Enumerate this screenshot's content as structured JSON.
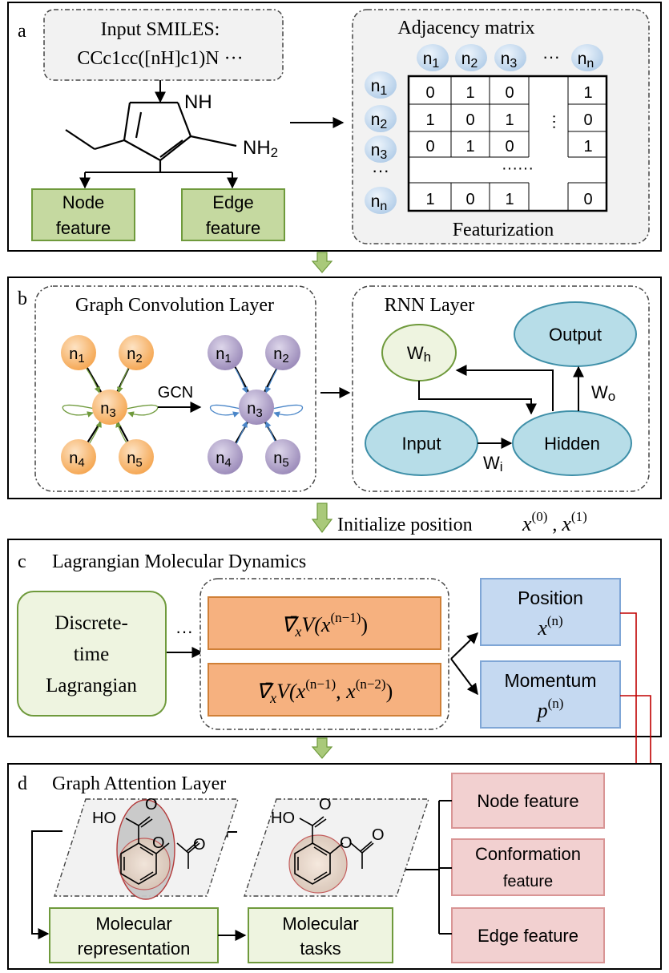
{
  "panel_a": {
    "letter": "a",
    "smiles_label": "Input SMILES:",
    "smiles_value": "CCc1cc([nH]c1)N  ···",
    "atom_nh": "NH",
    "atom_nh2": "NH",
    "atom_nh2_sub": "2",
    "node_feature": [
      "Node",
      "feature"
    ],
    "edge_feature": [
      "Edge",
      "feature"
    ],
    "matrix_title": "Adjacency  matrix",
    "col_nodes": [
      {
        "n": "n",
        "s": "1"
      },
      {
        "n": "n",
        "s": "2"
      },
      {
        "n": "n",
        "s": "3"
      },
      {
        "n": "n",
        "s": "n"
      }
    ],
    "row_nodes": [
      {
        "n": "n",
        "s": "1"
      },
      {
        "n": "n",
        "s": "2"
      },
      {
        "n": "n",
        "s": "3"
      },
      {
        "n": "n",
        "s": "n"
      }
    ],
    "ellipsis_h": "···",
    "ellipsis_v": "···",
    "matrix_rows": [
      [
        "0",
        "1",
        "0",
        "1"
      ],
      [
        "1",
        "0",
        "1",
        "0"
      ],
      [
        "0",
        "1",
        "0",
        "1"
      ],
      [
        "1",
        "0",
        "1",
        "0"
      ]
    ],
    "matrix_mid_dots": "······",
    "featurization": "Featurization"
  },
  "panel_b": {
    "letter": "b",
    "gcl_title": "Graph Convolution Layer",
    "rnn_title": "RNN Layer",
    "gcn_label": "GCN",
    "nodes": [
      {
        "n": "n",
        "s": "1"
      },
      {
        "n": "n",
        "s": "2"
      },
      {
        "n": "n",
        "s": "3"
      },
      {
        "n": "n",
        "s": "4"
      },
      {
        "n": "n",
        "s": "5"
      }
    ],
    "rnn_wh": {
      "n": "W",
      "s": "h"
    },
    "rnn_output": "Output",
    "rnn_input": "Input",
    "rnn_hidden": "Hidden",
    "rnn_wo": {
      "n": "W",
      "s": "o"
    },
    "rnn_wi": {
      "n": "W",
      "s": "i"
    }
  },
  "init_label": "Initialize  position",
  "init_math": [
    "x",
    "(0)",
    " , ",
    "x",
    "(1)"
  ],
  "panel_c": {
    "letter": "c",
    "title": "Lagrangian Molecular Dynamics",
    "discrete": [
      "Discrete-",
      "time",
      "Lagrangian"
    ],
    "dots": "···",
    "grad1": {
      "nabla": "∇̄",
      "sub": "x",
      "body": "V(",
      "var": "x",
      "sup": "(n−1)",
      "close": ")"
    },
    "grad2": {
      "nabla": "∇̄",
      "sub": "x",
      "body": "V(",
      "var": "x",
      "sup": "(n−1)",
      "mid": ", ",
      "var2": "x",
      "sup2": "(n−2)",
      "close": ")"
    },
    "position_label": "Position",
    "position_var": "x",
    "position_sup": "(n)",
    "momentum_label": "Momentum",
    "momentum_var": "p",
    "momentum_sup": "(n)"
  },
  "panel_d": {
    "letter": "d",
    "title": "Graph Attention Layer",
    "node_feature": "Node feature",
    "conformation": [
      "Conformation",
      "feature"
    ],
    "edge_feature": "Edge feature",
    "mol_rep": [
      "Molecular",
      "representation"
    ],
    "mol_tasks": [
      "Molecular",
      "tasks"
    ],
    "mol_ho": "HO",
    "mol_o1": "O",
    "mol_o2": "O",
    "mol_o3": "O"
  },
  "colors": {
    "green_fill": "#c5d9a0",
    "green_border": "#6f9a3c",
    "orange_node": "#f5b36b",
    "purple_node": "#b3a5c9",
    "blue_node": "#c7dcef",
    "rnn_blue": "#b7dde8",
    "rnn_border": "#3e8fa8",
    "orange_box": "#f6b17f",
    "orange_border": "#d08037",
    "blue_box": "#c5d9f1",
    "blue_border": "#7fa6d6",
    "pink_box": "#f2d0d0",
    "pink_border": "#d99595",
    "light_box": "#eef4e0",
    "gray_bg": "#f2f2f2",
    "red_line": "#c00000",
    "connector": "#8db04a"
  }
}
